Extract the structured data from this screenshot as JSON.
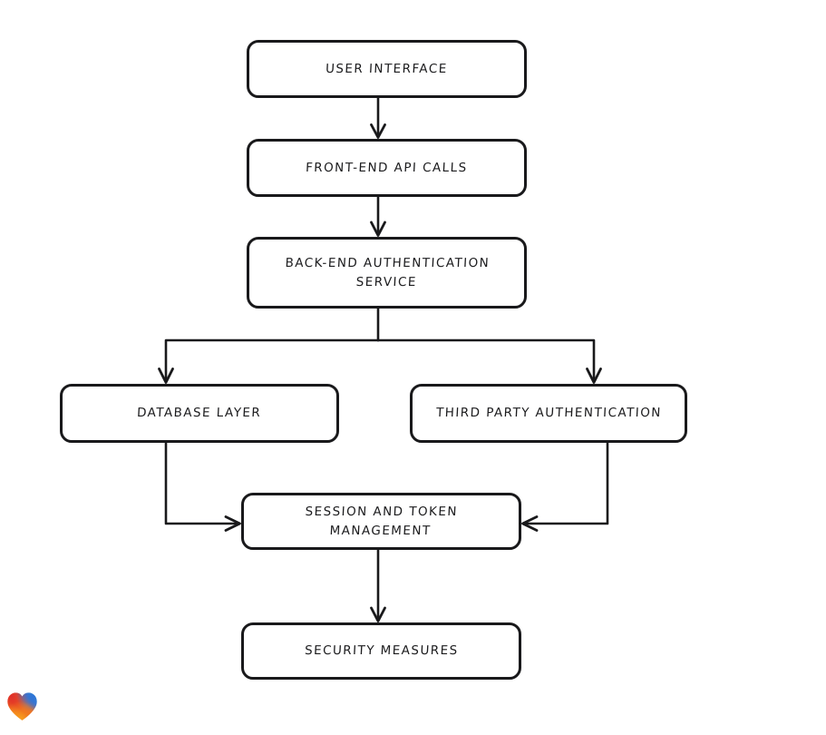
{
  "diagram": {
    "type": "flowchart",
    "style": "hand-drawn",
    "background_color": "#ffffff",
    "stroke_color": "#19191b",
    "text_color": "#1b1b1d",
    "nodes": [
      {
        "id": "ui",
        "label": "User Interface",
        "shape": "rounded-rect"
      },
      {
        "id": "frontend",
        "label": "Front-End API Calls",
        "shape": "rounded-rect"
      },
      {
        "id": "backend",
        "label": "Back-End Authentication\nService",
        "shape": "rounded-rect"
      },
      {
        "id": "database",
        "label": "Database Layer",
        "shape": "rounded-rect"
      },
      {
        "id": "thirdparty",
        "label": "Third Party Authentication",
        "shape": "rounded-rect"
      },
      {
        "id": "session",
        "label": "Session and Token\nManagement",
        "shape": "rounded-rect"
      },
      {
        "id": "security",
        "label": "Security Measures",
        "shape": "rounded-rect"
      }
    ],
    "edges": [
      {
        "from": "ui",
        "to": "frontend",
        "direction": "down"
      },
      {
        "from": "frontend",
        "to": "backend",
        "direction": "down"
      },
      {
        "from": "backend",
        "to": "database",
        "direction": "down-left-branch"
      },
      {
        "from": "backend",
        "to": "thirdparty",
        "direction": "down-right-branch"
      },
      {
        "from": "database",
        "to": "session",
        "direction": "down-then-right"
      },
      {
        "from": "thirdparty",
        "to": "session",
        "direction": "down-then-left"
      },
      {
        "from": "session",
        "to": "security",
        "direction": "down"
      }
    ]
  },
  "watermark": {
    "icon": "heart-icon",
    "colors": [
      "#e0312a",
      "#f07a1a",
      "#f59b1f",
      "#2f73d6",
      "#3cb6c9"
    ]
  }
}
